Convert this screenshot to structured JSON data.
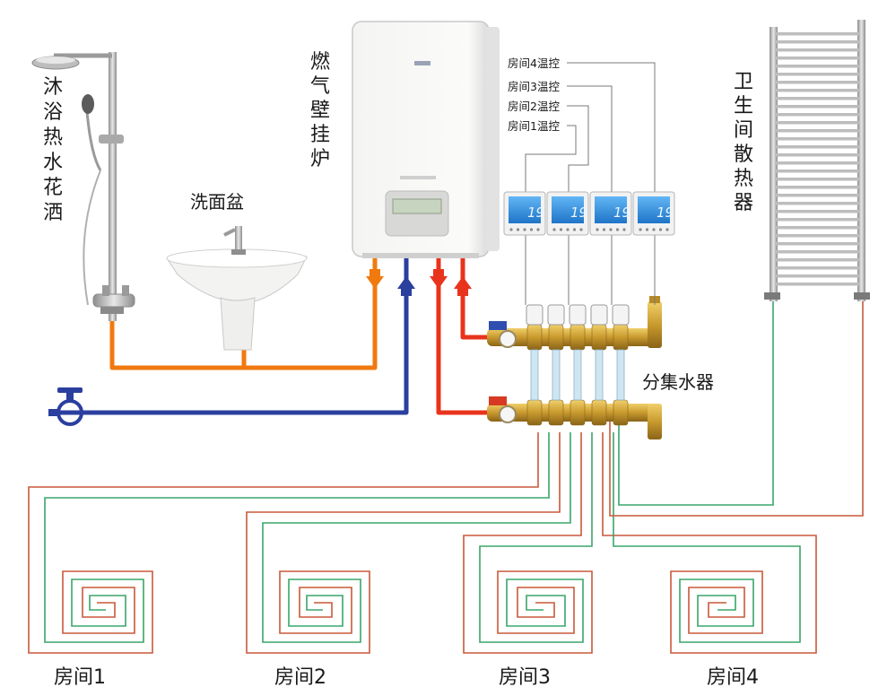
{
  "labels": {
    "shower": "沐浴热水花洒",
    "washbasin": "洗面盆",
    "boiler": "燃气壁挂炉",
    "radiator": "卫生间散热器",
    "manifold": "分集水器",
    "thermostats": [
      "房间1温控",
      "房间2温控",
      "房间3温控",
      "房间4温控"
    ],
    "rooms": [
      "房间1",
      "房间2",
      "房间3",
      "房间4"
    ]
  },
  "thermostat_display": "19",
  "colors": {
    "hot_water": "#f07a10",
    "cold_water": "#2a3f9e",
    "heating_supply": "#e8341c",
    "floor_loop_supply": "#c8593a",
    "floor_loop_return": "#3aa56a",
    "brass": "#c99a2e",
    "thermostat_screen": "#2f8fe0"
  }
}
